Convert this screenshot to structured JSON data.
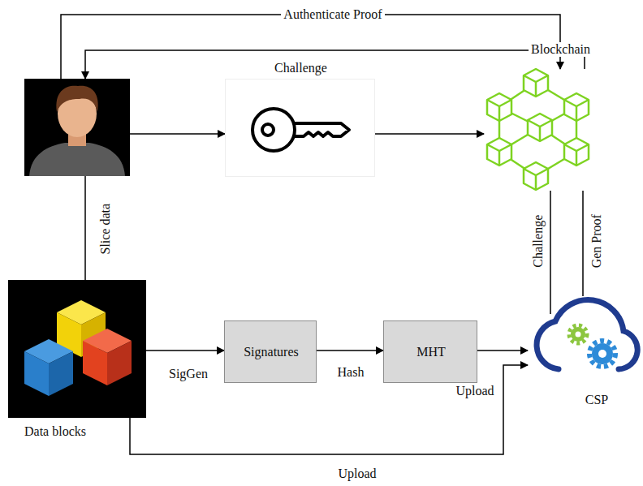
{
  "diagram": {
    "nodes": [
      {
        "text": []
      },
      {
        "text": [
          "Challenge"
        ]
      },
      {
        "text": [
          "Blockchain"
        ]
      },
      {
        "text": [
          "Data blocks"
        ]
      },
      {
        "text": [
          "Signatures"
        ]
      },
      {
        "text": [
          "MHT"
        ]
      },
      {
        "text": [
          "CSP"
        ]
      }
    ],
    "edges": [
      {
        "from": 0,
        "to": 2,
        "label": "Authenticate Proof",
        "arrow": "to"
      },
      {
        "from": 2,
        "to": 0,
        "arrow": "to"
      },
      {
        "from": 0,
        "to": 1,
        "arrow": "to"
      },
      {
        "from": 1,
        "to": 2,
        "arrow": "to"
      },
      {
        "from": 0,
        "to": 3,
        "label": "Slice data",
        "arrow": "none"
      },
      {
        "from": 3,
        "to": 4,
        "label": "SigGen",
        "arrow": "to"
      },
      {
        "from": 4,
        "to": 5,
        "label": "Hash",
        "arrow": "to"
      },
      {
        "from": 5,
        "to": 6,
        "label": "Upload",
        "arrow": "to"
      },
      {
        "from": 3,
        "to": 6,
        "label": "Upload",
        "arrow": "to"
      },
      {
        "from": 2,
        "to": 6,
        "label": "Challenge",
        "arrow": "none"
      },
      {
        "from": 6,
        "to": 2,
        "label": "Gen Proof",
        "arrow": "none"
      }
    ]
  }
}
